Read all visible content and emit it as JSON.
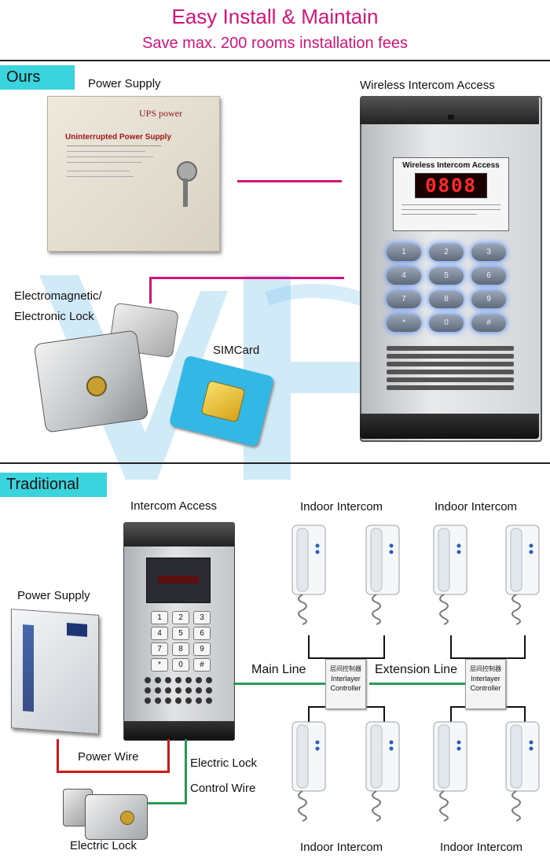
{
  "header": {
    "title": "Easy Install & Maintain",
    "subtitle": "Save max. 200 rooms installation fees"
  },
  "ours": {
    "tag": "Ours",
    "power_supply_label": "Power Supply",
    "ups_brand": "UPS power",
    "ups_title": "Uninterrupted Power Supply",
    "wireless_label": "Wireless Intercom Access",
    "panel_title": "Wireless Intercom Access",
    "panel_display": "0808",
    "lock_label_line1": "Electromagnetic/",
    "lock_label_line2": "Electronic Lock",
    "simcard_label": "SIMCard",
    "keypad": [
      "1",
      "2",
      "3",
      "4",
      "5",
      "6",
      "7",
      "8",
      "9",
      "*",
      "0",
      "#"
    ]
  },
  "traditional": {
    "tag": "Traditional",
    "intercom_access_label": "Intercom Access",
    "power_supply_label": "Power Supply",
    "power_wire_label": "Power Wire",
    "electric_lock_control_line1": "Electric Lock",
    "electric_lock_control_line2": "Control Wire",
    "electric_lock_label": "Electric Lock",
    "main_line_label": "Main Line",
    "extension_line_label": "Extension Line",
    "indoor_top_left": "Indoor Intercom",
    "indoor_top_right": "Indoor Intercom",
    "indoor_bottom_left": "Indoor Intercom",
    "indoor_bottom_right": "Indoor Intercom",
    "controller_cn": "层间控制器",
    "controller_line1": "Interlayer",
    "controller_line2": "Controller",
    "keypad": [
      "1",
      "2",
      "3",
      "4",
      "5",
      "6",
      "7",
      "8",
      "9",
      "*",
      "0",
      "#"
    ]
  },
  "colors": {
    "accent": "#d4147e",
    "section_tag": "#3ad4df",
    "power_wire": "#d01818",
    "data_wire": "#2a9a56"
  }
}
